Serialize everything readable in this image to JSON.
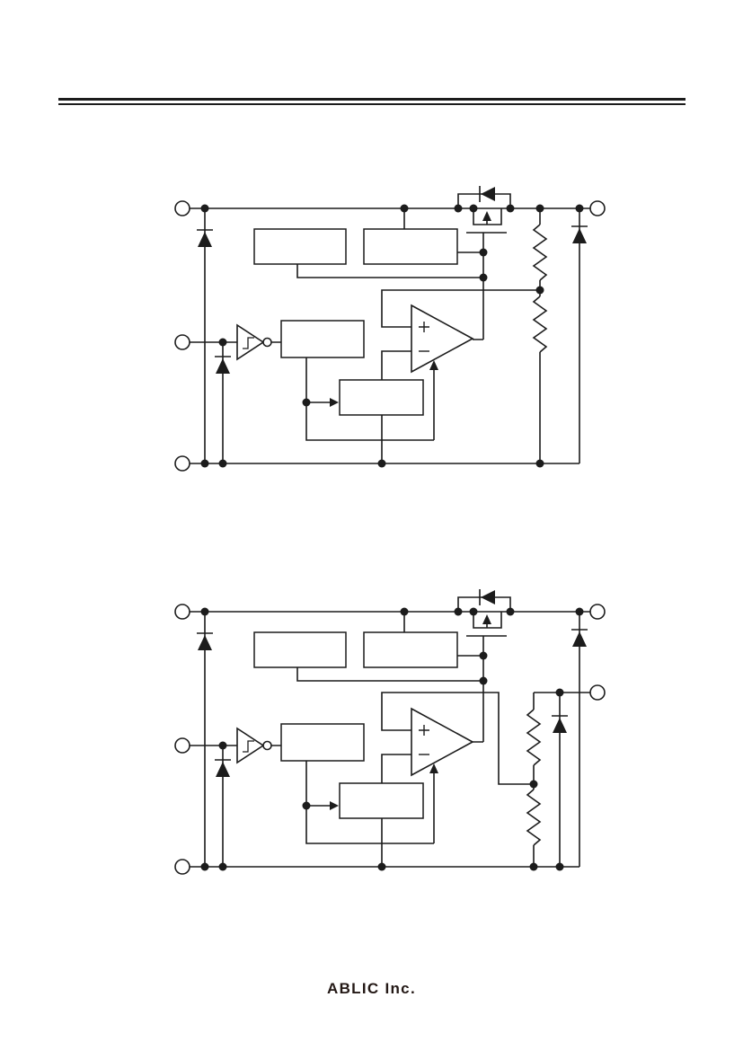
{
  "theme": {
    "paper": "#ffffff",
    "ink": "#1c1c1c",
    "footer-ink": "#231815"
  },
  "footer": {
    "company": "ABLIC Inc."
  },
  "figures": [
    {
      "id": "block-diagram-1",
      "type": "circuit-block-diagram",
      "text_labels": []
    },
    {
      "id": "block-diagram-2",
      "type": "circuit-block-diagram",
      "text_labels": []
    }
  ]
}
